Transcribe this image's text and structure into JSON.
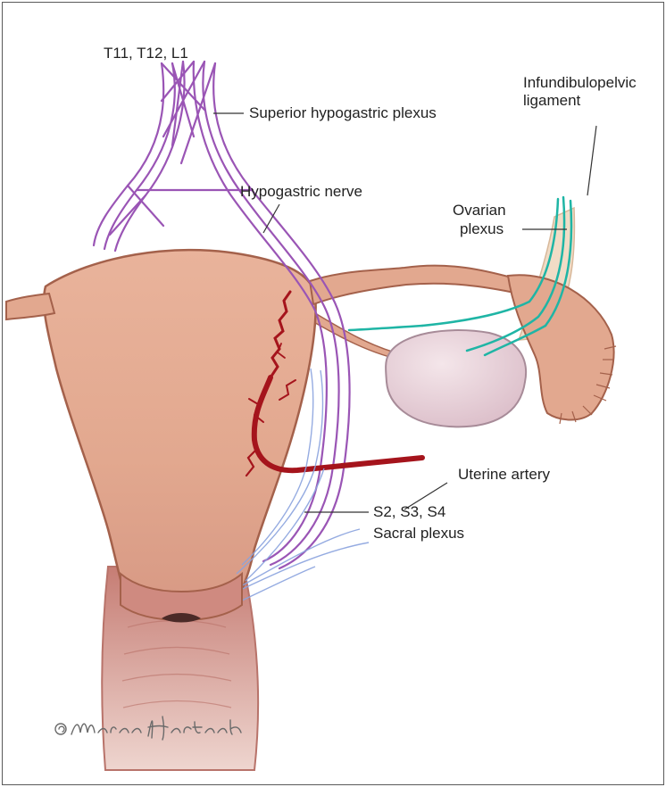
{
  "labels": {
    "t11_t12_l1": "T11, T12, L1",
    "superior_hypogastric_plexus": "Superior hypogastric plexus",
    "infundibulopelvic_ligament_line1": "Infundibulopelvic",
    "infundibulopelvic_ligament_line2": "ligament",
    "hypogastric_nerve": "Hypogastric nerve",
    "ovarian_plexus_line1": "Ovarian",
    "ovarian_plexus_line2": "plexus",
    "uterine_artery": "Uterine artery",
    "s2_s3_s4": "S2, S3, S4",
    "sacral_plexus": "Sacral plexus"
  },
  "signature": "©Marcia Hartsock",
  "colors": {
    "uterus": "#e2a88f",
    "uterus_outline": "#a4614b",
    "cervix": "#cf8a80",
    "ovary": "#e8d3da",
    "infundibulopelvic_ligament": "#f1dcc6",
    "hypogastric_nerves": "#9a55b5",
    "ovarian_plexus": "#1fb5a5",
    "uterine_artery": "#a5141c",
    "sacral_plexus": "#8aa3de"
  }
}
